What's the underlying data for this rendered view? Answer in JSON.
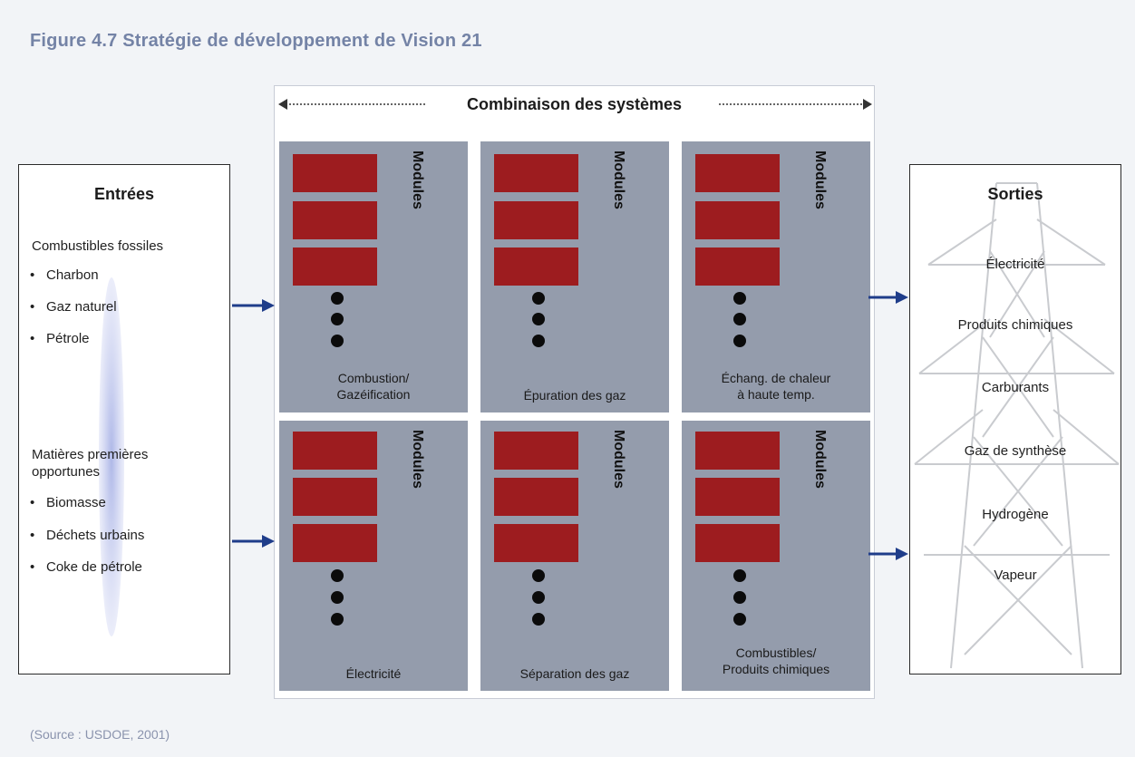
{
  "figure": {
    "title": "Figure 4.7  Stratégie de développement de Vision 21",
    "source": "(Source :  USDOE, 2001)"
  },
  "inputs": {
    "title": "Entrées",
    "group1_heading": "Combustibles fossiles",
    "group1_items": [
      "Charbon",
      "Gaz naturel",
      "Pétrole"
    ],
    "group2_heading_line1": "Matières premières",
    "group2_heading_line2": "opportunes",
    "group2_items": [
      "Biomasse",
      "Déchets urbains",
      "Coke de pétrole"
    ],
    "bullet": "•"
  },
  "center": {
    "title": "Combinaison des systèmes",
    "module_label": "Modules",
    "panels": [
      {
        "caption1": "Combustion/",
        "caption2": "Gazéification"
      },
      {
        "caption1": "Épuration des gaz",
        "caption2": ""
      },
      {
        "caption1": "Échang. de chaleur",
        "caption2": "à haute temp."
      },
      {
        "caption1": "Électricité",
        "caption2": ""
      },
      {
        "caption1": "Séparation des gaz",
        "caption2": ""
      },
      {
        "caption1": "Combustibles/",
        "caption2": "Produits chimiques"
      }
    ]
  },
  "outputs": {
    "title": "Sorties",
    "items": [
      "Électricité",
      "Produits chimiques",
      "Carburants",
      "Gaz de synthèse",
      "Hydrogène",
      "Vapeur"
    ]
  },
  "colors": {
    "title": "#7483a6",
    "panel": "#949cac",
    "module": "#9d1c1f",
    "arrow": "#1f3d8a"
  }
}
